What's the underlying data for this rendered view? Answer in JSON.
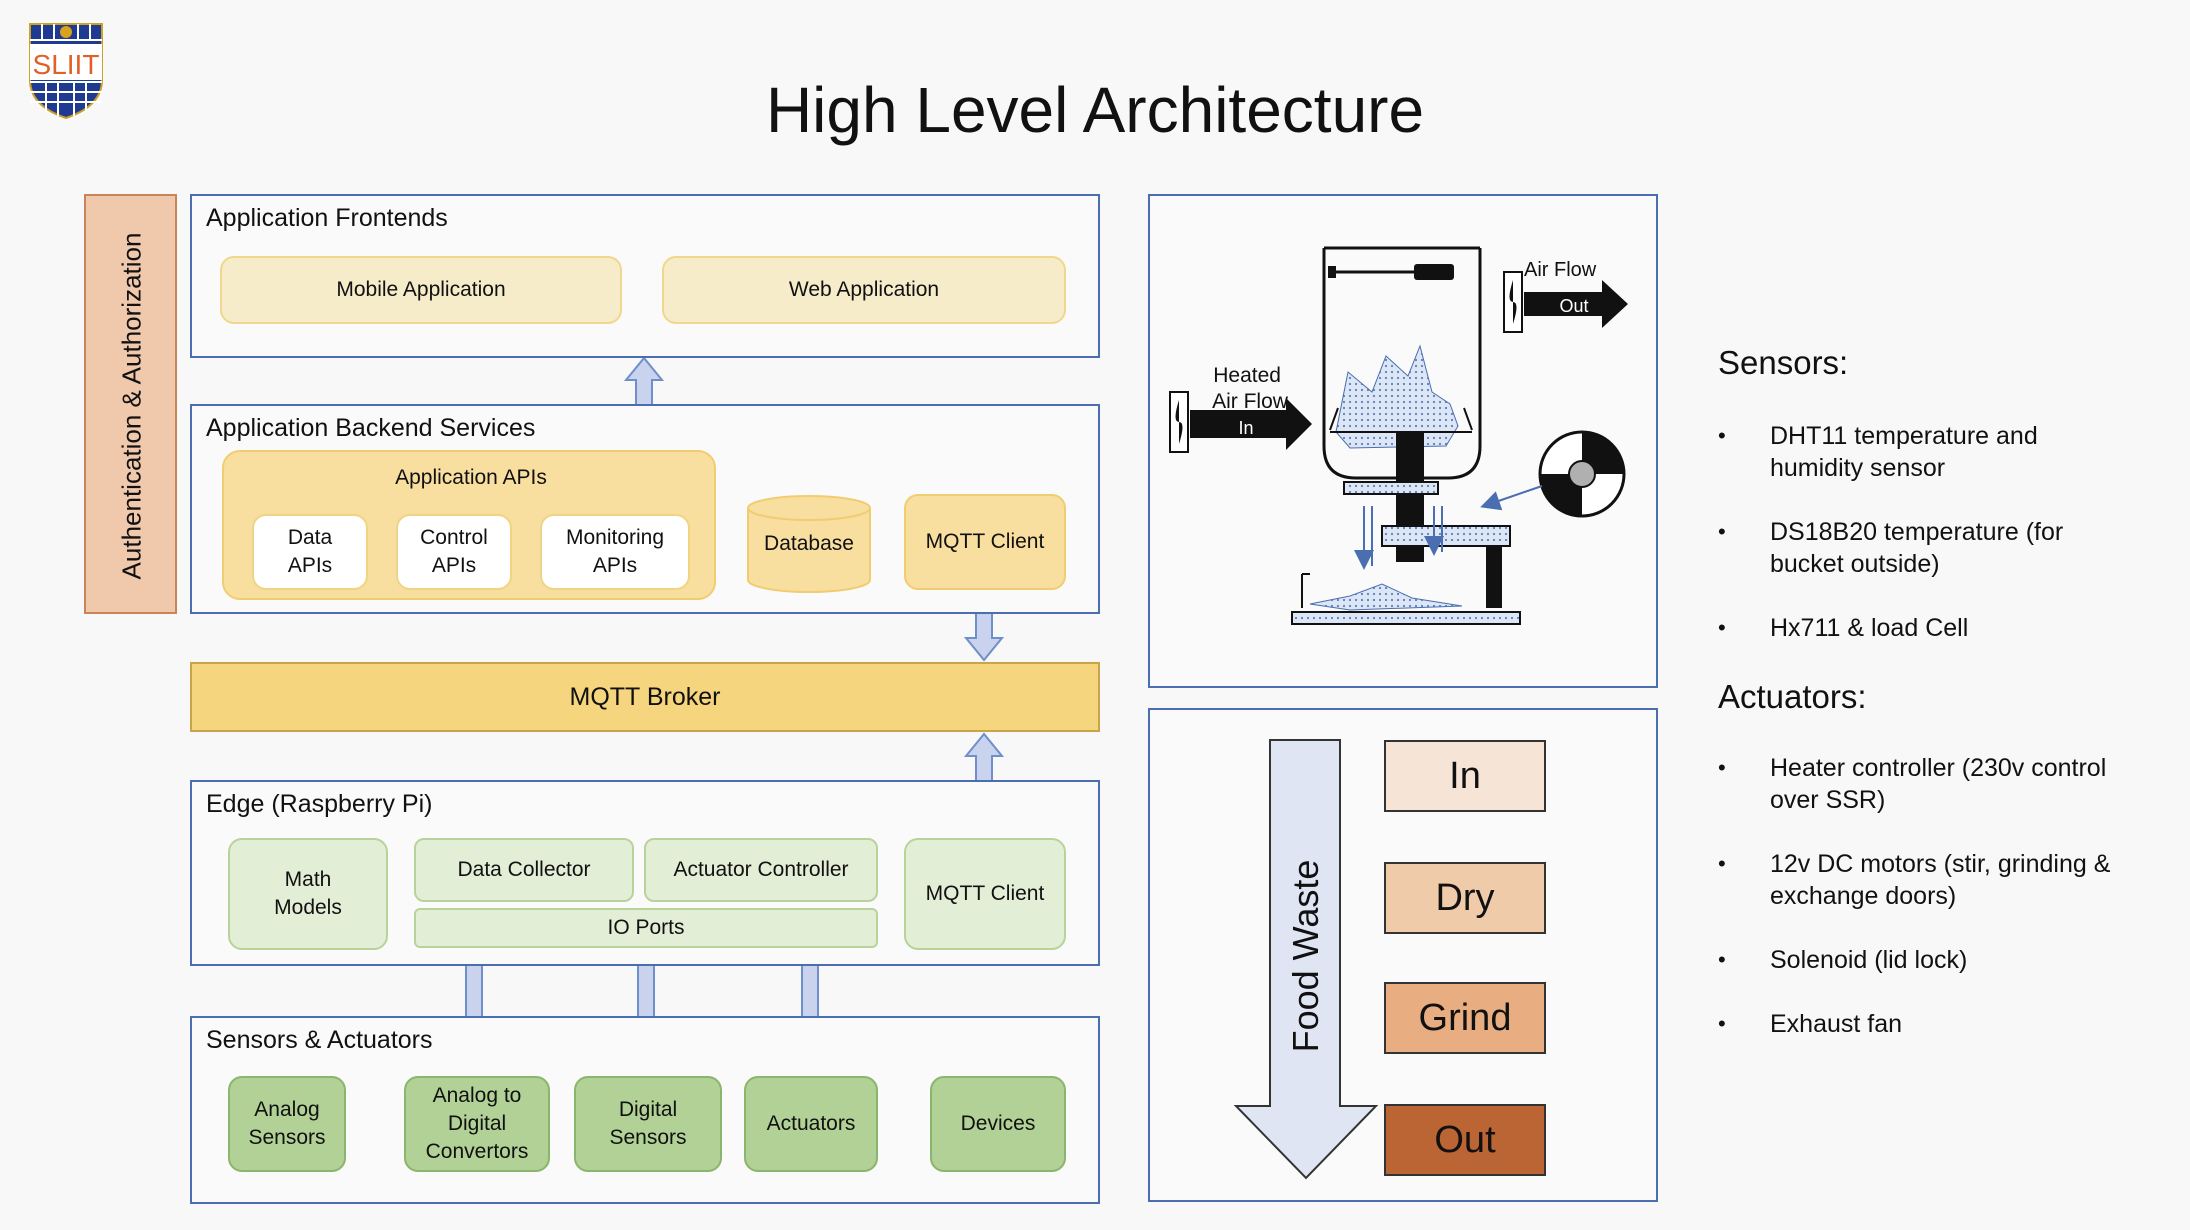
{
  "logo": {
    "text": "SLIIT"
  },
  "title": "High Level Architecture",
  "auth_bar": "Authentication & Authorization",
  "frontends": {
    "title": "Application Frontends",
    "mobile": "Mobile Application",
    "web": "Web Application"
  },
  "backend": {
    "title": "Application Backend Services",
    "apis_title": "Application APIs",
    "data_apis": "Data\nAPIs",
    "control_apis": "Control\nAPIs",
    "monitoring_apis": "Monitoring\nAPIs",
    "database": "Database",
    "mqtt_client": "MQTT Client"
  },
  "broker": "MQTT Broker",
  "edge": {
    "title": "Edge (Raspberry Pi)",
    "math_models": "Math\nModels",
    "data_collector": "Data Collector",
    "actuator_controller": "Actuator Controller",
    "io_ports": "IO Ports",
    "mqtt_client": "MQTT Client"
  },
  "sensors_actuators": {
    "title": "Sensors & Actuators",
    "analog_sensors": "Analog\nSensors",
    "adc": "Analog to\nDigital\nConvertors",
    "digital_sensors": "Digital\nSensors",
    "actuators": "Actuators",
    "devices": "Devices"
  },
  "device_diagram": {
    "heated_air_flow": "Heated\nAir Flow",
    "in_label": "In",
    "air_flow": "Air Flow",
    "out_label": "Out"
  },
  "process": {
    "food_waste": "Food Waste",
    "stages": [
      {
        "label": "In",
        "color": "#f6e4d6"
      },
      {
        "label": "Dry",
        "color": "#f0cba9"
      },
      {
        "label": "Grind",
        "color": "#e8ad80"
      },
      {
        "label": "Out",
        "color": "#bb6434"
      }
    ]
  },
  "sensors_list": {
    "heading": "Sensors:",
    "items": [
      "DHT11 temperature and humidity sensor",
      "DS18B20 temperature (for bucket outside)",
      "Hx711 & load Cell"
    ]
  },
  "actuators_list": {
    "heading": "Actuators:",
    "items": [
      "Heater controller (230v control over SSR)",
      "12v DC motors (stir, grinding & exchange doors)",
      "Solenoid (lid lock)",
      "Exhaust fan"
    ]
  },
  "bullet_char": "•"
}
